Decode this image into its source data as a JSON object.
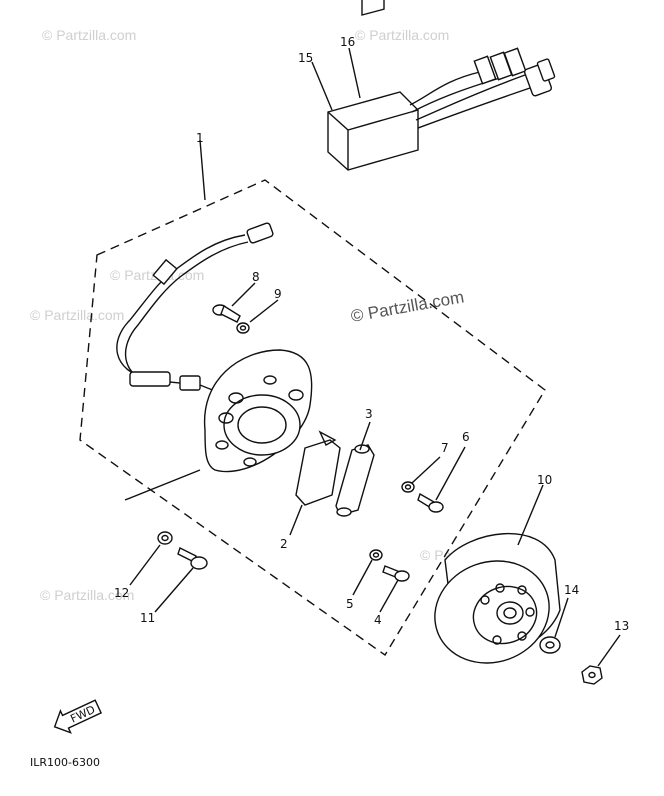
{
  "watermark": "© Partzilla.com",
  "diagram_code": "ILR100-6300",
  "front_label": "FWD",
  "callouts": [
    "1",
    "2",
    "3",
    "4",
    "5",
    "6",
    "7",
    "8",
    "9",
    "10",
    "11",
    "12",
    "13",
    "14",
    "15",
    "16"
  ],
  "icons": [
    "cdi-unit",
    "stator-assembly",
    "rotor-flywheel",
    "pickup-coil",
    "charging-coil",
    "screw",
    "washer",
    "nut",
    "front-arrow"
  ]
}
